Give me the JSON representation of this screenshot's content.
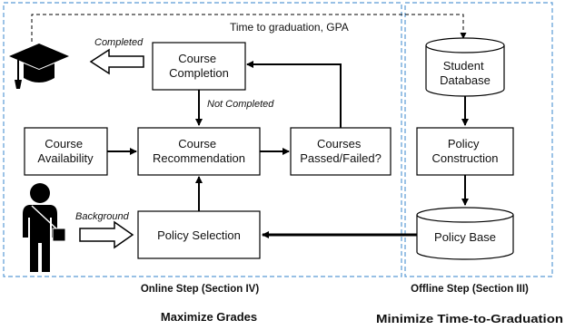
{
  "nodes": {
    "course_completion": [
      "Course",
      "Completion"
    ],
    "course_availability": [
      "Course",
      "Availability"
    ],
    "course_recommendation": [
      "Course",
      "Recommendation"
    ],
    "courses_passed_failed": [
      "Courses",
      "Passed/Failed?"
    ],
    "policy_selection": "Policy Selection",
    "student_database": [
      "Student",
      "Database"
    ],
    "policy_construction": [
      "Policy",
      "Construction"
    ],
    "policy_base": "Policy Base"
  },
  "edge_labels": {
    "completed": "Completed",
    "not_completed": "Not Completed",
    "background": "Background",
    "time_to_graduation": "Time to graduation, GPA"
  },
  "sections": {
    "online": "Online Step (Section IV)",
    "offline": "Offline Step (Section III)"
  },
  "captions": {
    "left": "Maximize Grades",
    "right": "Minimize Time-to-Graduation"
  },
  "icons": [
    "graduation-cap-icon",
    "student-icon"
  ],
  "colors": {
    "section_border": "#5b9bd5",
    "box_border": "#000000"
  }
}
